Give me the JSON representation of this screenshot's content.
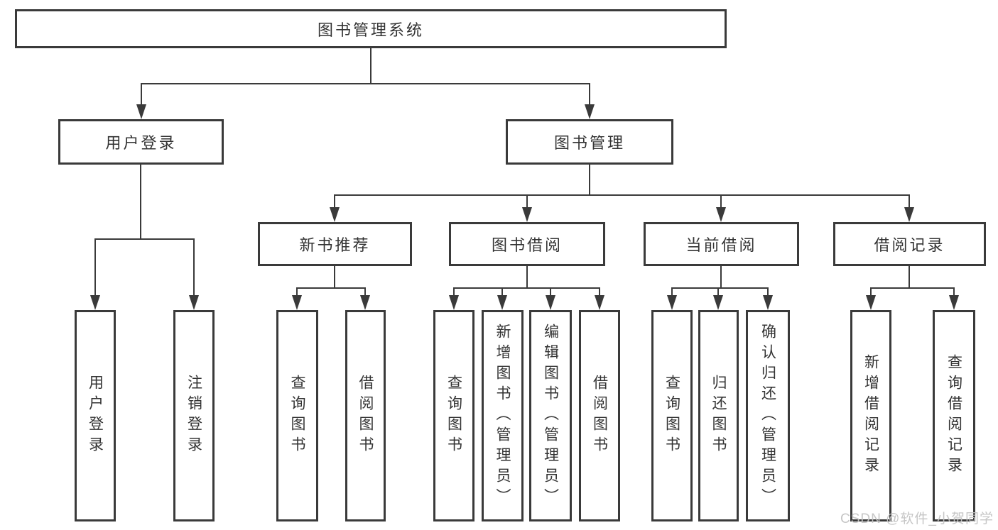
{
  "diagram_title": "图书管理系统",
  "colors": {
    "line": "#3a3a3a",
    "border": "#3a3a3a",
    "text": "#333333",
    "background": "#ffffff",
    "watermark": "#c3c3c3"
  },
  "tree": {
    "root": {
      "label": "图书管理系统"
    },
    "branches": [
      {
        "label": "用户登录",
        "children": [
          {
            "label": "用户登录"
          },
          {
            "label": "注销登录"
          }
        ]
      },
      {
        "label": "图书管理",
        "children": [
          {
            "label": "新书推荐",
            "children": [
              {
                "label": "查询图书"
              },
              {
                "label": "借阅图书"
              }
            ]
          },
          {
            "label": "图书借阅",
            "children": [
              {
                "label": "查询图书"
              },
              {
                "label": "新增图书（管理员）"
              },
              {
                "label": "编辑图书（管理员）"
              },
              {
                "label": "借阅图书"
              }
            ]
          },
          {
            "label": "当前借阅",
            "children": [
              {
                "label": "查询图书"
              },
              {
                "label": "归还图书"
              },
              {
                "label": "确认归还（管理员）"
              }
            ]
          },
          {
            "label": "借阅记录",
            "children": [
              {
                "label": "新增借阅记录"
              },
              {
                "label": "查询借阅记录"
              }
            ]
          }
        ]
      }
    ]
  },
  "watermark": {
    "text": "CSDN @软件_小贺同学"
  }
}
